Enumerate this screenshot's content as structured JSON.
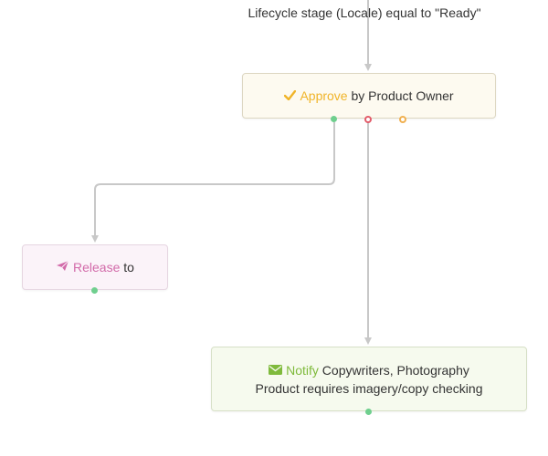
{
  "condition": {
    "text": "Lifecycle stage (Locale) equal to \"Ready\""
  },
  "nodes": {
    "approve": {
      "keyword": "Approve",
      "rest": " by Product Owner",
      "icon": "check-icon",
      "color": "#f0b429"
    },
    "release": {
      "keyword": "Release",
      "rest": " to",
      "icon": "paper-plane-icon",
      "color": "#d26aa9"
    },
    "notify": {
      "keyword": "Notify",
      "rest": " Copywriters, Photography",
      "line2": "Product requires imagery/copy checking",
      "icon": "envelope-icon",
      "color": "#7fba3c"
    }
  },
  "colors": {
    "connector": "#c8c8c8",
    "port_success": "#6fcf8e",
    "port_reject": "#e25c6a",
    "port_other": "#f0b050"
  }
}
